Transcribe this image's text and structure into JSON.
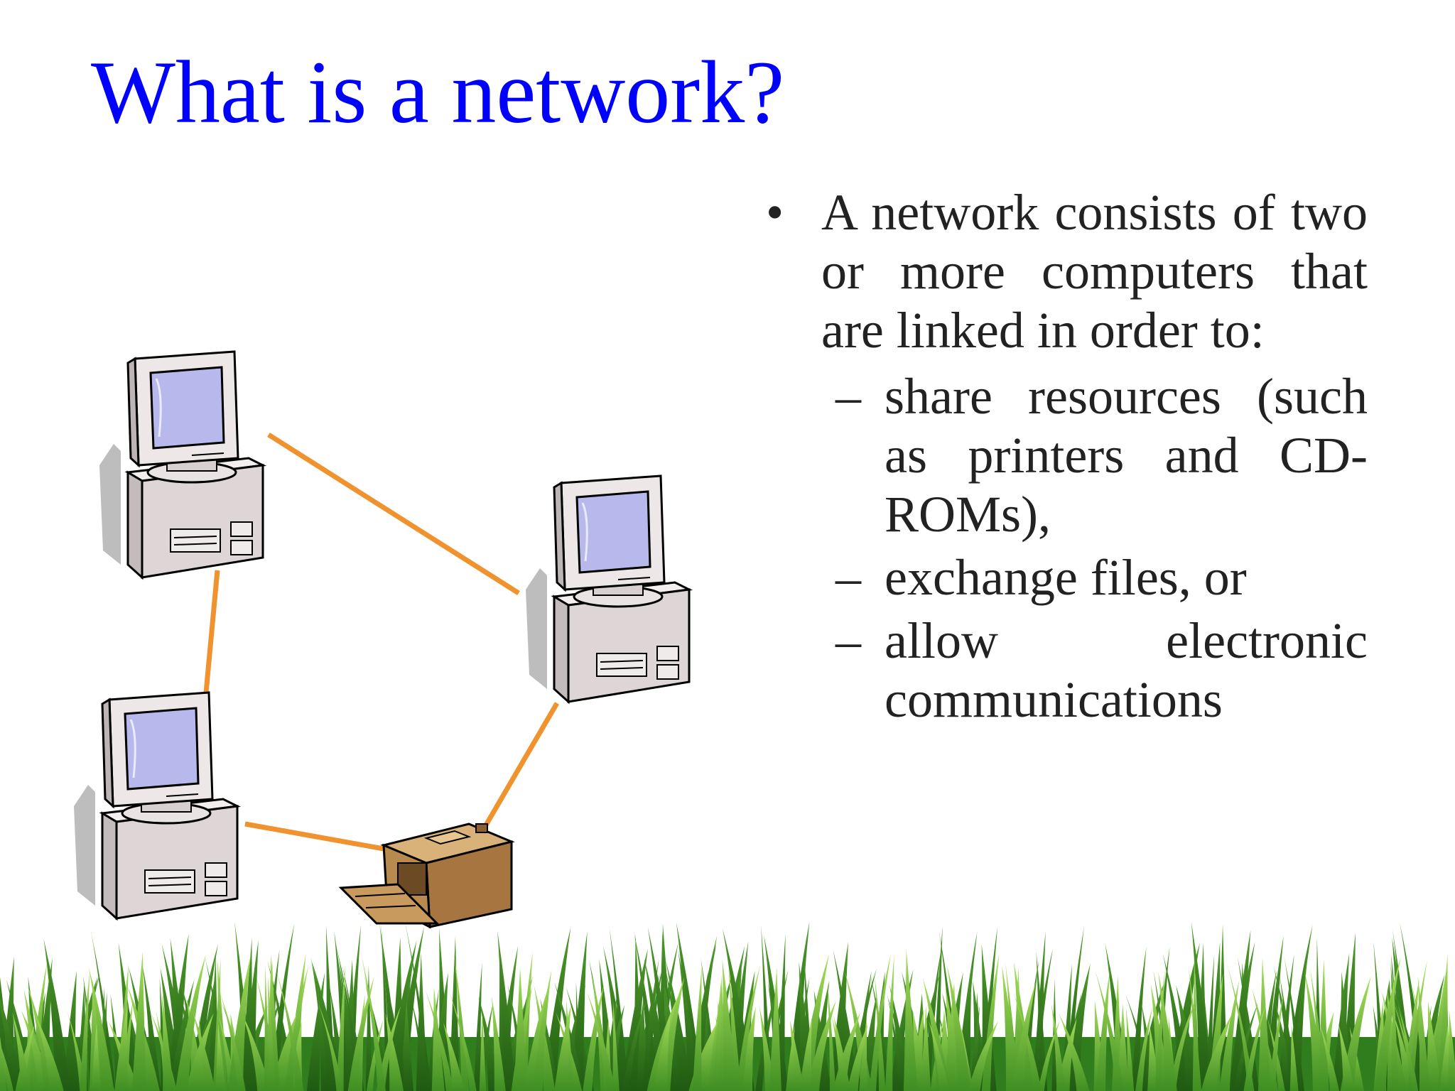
{
  "slide": {
    "title": "What is a network?",
    "bullet": {
      "glyph": "•",
      "text": "A network consists of two or more computers that are linked in order to:"
    },
    "sub_bullets": [
      {
        "glyph": "–",
        "text": "share resources (such as printers and CD-ROMs),"
      },
      {
        "glyph": "–",
        "text": " exchange files, or"
      },
      {
        "glyph": "–",
        "text": "allow electronic communications"
      }
    ],
    "colors": {
      "title": "#0000ff",
      "body_text": "#222222",
      "link_lines": "#f0922e",
      "grass_dark": "#2f7d1c",
      "grass_light": "#7cc83e",
      "monitor_screen": "#b7b8ec",
      "computer_case": "#e8e0e0",
      "printer": "#b98a4e"
    },
    "icons": [
      "computer-icon",
      "computer-icon",
      "computer-icon",
      "printer-icon",
      "grass-border"
    ]
  }
}
